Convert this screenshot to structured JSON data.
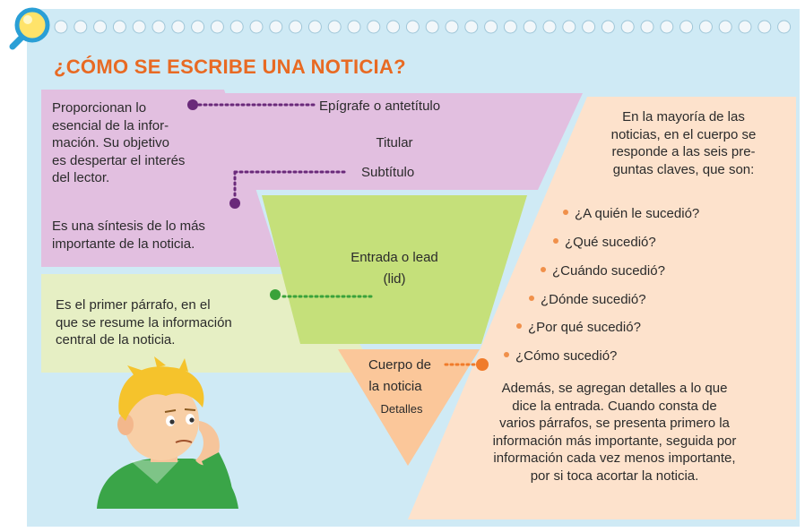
{
  "title": "¿CÓMO SE ESCRIBE UNA NOTICIA?",
  "left_notes": {
    "purple_top": "Proporcionan lo esencial de la información. Su objetivo es despertar el interés del lector.",
    "purple_top_lines": [
      "Proporcionan lo",
      "esencial de la infor-",
      "mación. Su objetivo",
      "es despertar el interés",
      "del lector."
    ],
    "purple_bottom_lines": [
      "Es una síntesis de lo más",
      "importante de la noticia."
    ],
    "green_lines": [
      "Es el primer párrafo, en el",
      "que se resume la información",
      "central de la noticia."
    ]
  },
  "pyramid": {
    "epigrafe": "Epígrafe o antetítulo",
    "titular": "Titular",
    "subtitulo": "Subtítulo",
    "entrada": "Entrada o lead",
    "lid": "(lid)",
    "cuerpo_1": "Cuerpo de",
    "cuerpo_2": "la noticia",
    "detalles": "Detalles"
  },
  "right_notes": {
    "intro_lines": [
      "En la mayoría de las",
      "noticias, en el cuerpo se",
      "responde a las seis pre-",
      "guntas claves, que son:"
    ],
    "questions": [
      "¿A quién le sucedió?",
      "¿Qué sucedió?",
      "¿Cuándo sucedió?",
      "¿Dónde sucedió?",
      "¿Por qué sucedió?",
      "¿Cómo sucedió?"
    ],
    "outro_lines": [
      "Además, se agregan detalles a lo que",
      "dice la entrada. Cuando consta de",
      "varios párrafos, se presenta primero la",
      "información más importante, seguida por",
      "información cada vez menos importante,",
      "por si toca acortar la noticia."
    ]
  },
  "colors": {
    "panel": "#cfeaf5",
    "title": "#e86a23",
    "purple_fill": "#e2bfe0",
    "purple_dot": "#6a2a7a",
    "green_fill": "#c5e07a",
    "green_note": "#e6efc4",
    "green_dot": "#3aa23a",
    "orange_fill": "#fbc79a",
    "peach_note": "#fde2cc",
    "orange_dot": "#f07b2a"
  }
}
